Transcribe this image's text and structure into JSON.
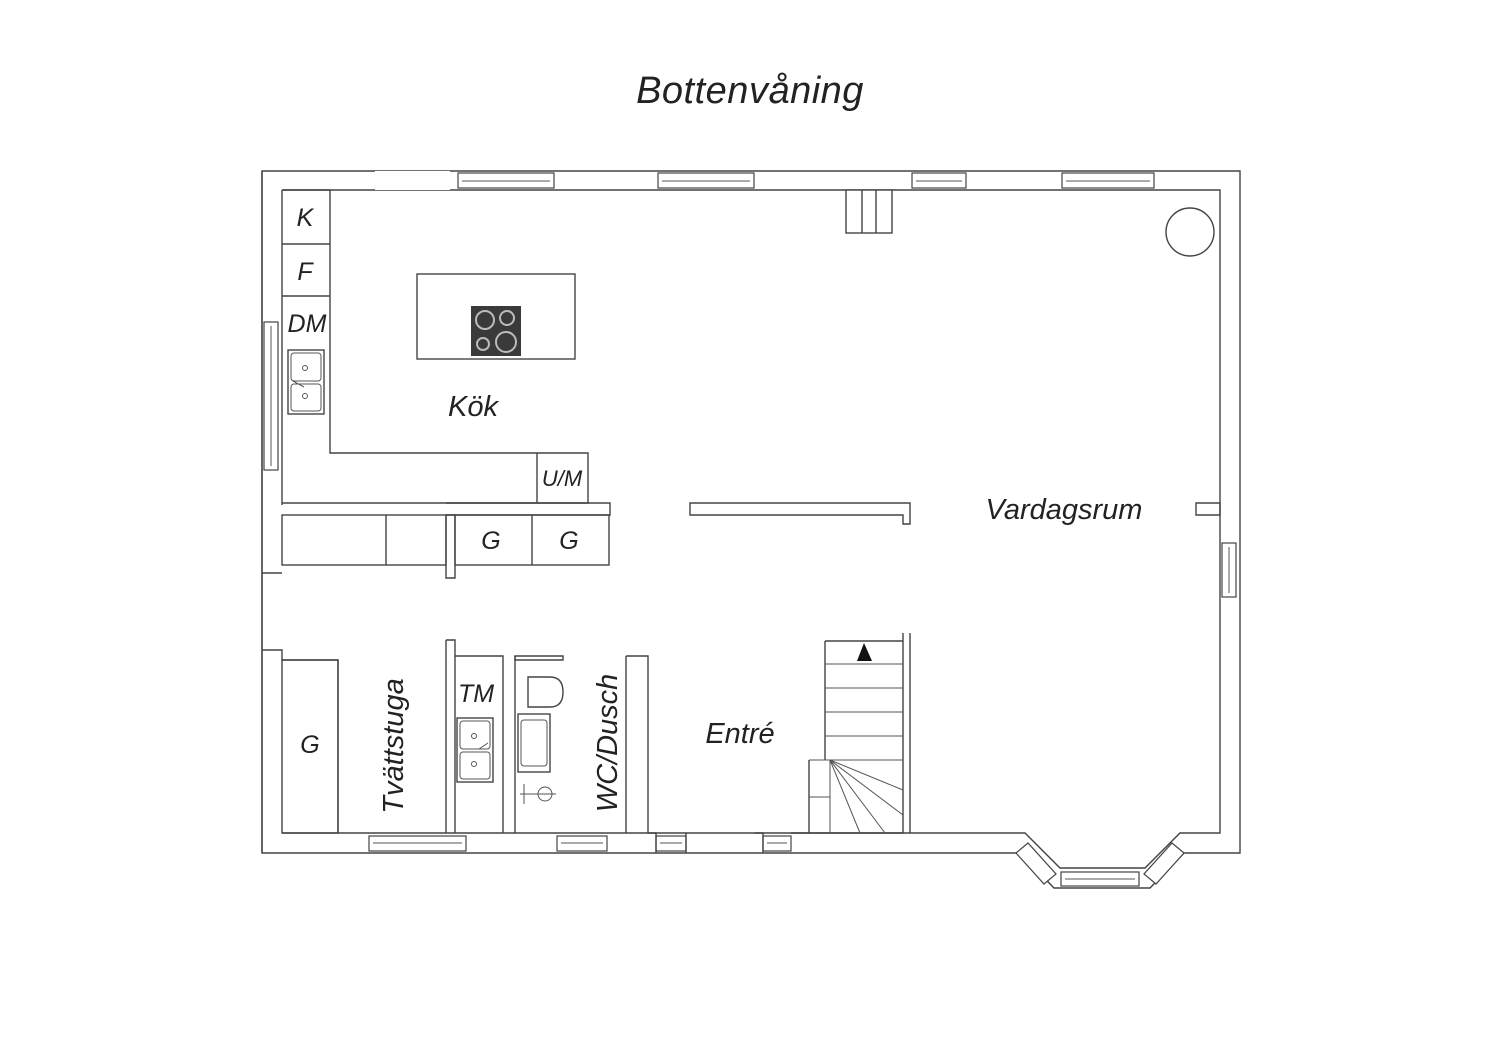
{
  "title": "Bottenvåning",
  "rooms": {
    "kitchen": "Kök",
    "living": "Vardagsrum",
    "entrance": "Entré",
    "laundry": "Tvättstuga",
    "bathroom": "WC/Dusch"
  },
  "appliances": {
    "fridge": "K",
    "freezer": "F",
    "dishwasher": "DM",
    "oven_micro": "U/M",
    "cabinet_1": "G",
    "cabinet_2": "G",
    "laundry_cabinet": "G",
    "dryer": "TM"
  },
  "colors": {
    "wall": "#444444",
    "text": "#222222",
    "stove": "#3a3a3a"
  }
}
